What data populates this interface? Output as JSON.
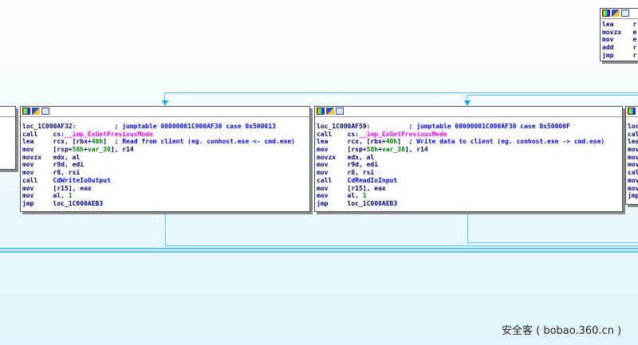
{
  "colors": {
    "mnemonic": "#000080",
    "name": "#0000ff",
    "import": "#ff00ff",
    "number": "#008000",
    "comment": "#0000ff",
    "edge": "#5cc4f2"
  },
  "nodes": [
    {
      "id": "left-partial",
      "lines": [
        [
          {
            "t": "",
            "c": "mnemonic"
          }
        ],
        [
          {
            "t": "",
            "c": "mnemonic"
          }
        ],
        [
          {
            "t": "",
            "c": "mnemonic"
          }
        ],
        [
          {
            "t": "",
            "c": "mnemonic"
          }
        ],
        [
          {
            "t": "",
            "c": "mnemonic"
          }
        ],
        [
          {
            "t": "",
            "c": "mnemonic"
          }
        ],
        [
          {
            "t": "trol",
            "c": "mnemonic"
          }
        ]
      ]
    },
    {
      "id": "loc_1C000AF32",
      "lines": [
        [
          {
            "t": "loc_1C000AF32:          ",
            "c": "mnemonic"
          },
          {
            "t": "; jumptable 00000001C000AF30 case 0x500013",
            "c": "comment"
          }
        ],
        [
          {
            "t": "call    ",
            "c": "mnemonic"
          },
          {
            "t": "cs:",
            "c": "mnemonic"
          },
          {
            "t": "__imp_ExGetPreviousMode",
            "c": "import"
          }
        ],
        [
          {
            "t": "lea     ",
            "c": "mnemonic"
          },
          {
            "t": "rcx, [rbx+",
            "c": "mnemonic"
          },
          {
            "t": "40h",
            "c": "number"
          },
          {
            "t": "]  ",
            "c": "mnemonic"
          },
          {
            "t": "; Read from client (eg. conhost.exe <- cmd.exe)",
            "c": "comment"
          }
        ],
        [
          {
            "t": "mov     ",
            "c": "mnemonic"
          },
          {
            "t": "[rsp+",
            "c": "mnemonic"
          },
          {
            "t": "58h",
            "c": "number"
          },
          {
            "t": "+",
            "c": "mnemonic"
          },
          {
            "t": "var_38",
            "c": "number"
          },
          {
            "t": "], r14",
            "c": "mnemonic"
          }
        ],
        [
          {
            "t": "movzx   edx, al",
            "c": "mnemonic"
          }
        ],
        [
          {
            "t": "mov     r9d, edi",
            "c": "mnemonic"
          }
        ],
        [
          {
            "t": "mov     r8, rsi",
            "c": "mnemonic"
          }
        ],
        [
          {
            "t": "call    ",
            "c": "mnemonic"
          },
          {
            "t": "CdWriteIoOutput",
            "c": "name"
          }
        ],
        [
          {
            "t": "mov     [r15], eax",
            "c": "mnemonic"
          }
        ],
        [
          {
            "t": "mov     al, ",
            "c": "mnemonic"
          },
          {
            "t": "1",
            "c": "number"
          }
        ],
        [
          {
            "t": "jmp     loc_1C000AEB3",
            "c": "mnemonic"
          }
        ]
      ]
    },
    {
      "id": "loc_1C000AF59",
      "lines": [
        [
          {
            "t": "loc_1C000AF59:          ",
            "c": "mnemonic"
          },
          {
            "t": "; jumptable 00000001C000AF30 case 0x50000F",
            "c": "comment"
          }
        ],
        [
          {
            "t": "call    ",
            "c": "mnemonic"
          },
          {
            "t": "cs:",
            "c": "mnemonic"
          },
          {
            "t": "__imp_ExGetPreviousMode",
            "c": "import"
          }
        ],
        [
          {
            "t": "lea     ",
            "c": "mnemonic"
          },
          {
            "t": "rcx, [rbx+",
            "c": "mnemonic"
          },
          {
            "t": "40h",
            "c": "number"
          },
          {
            "t": "]  ",
            "c": "mnemonic"
          },
          {
            "t": "; Write data to client (eg. conhost.exe -> cmd.exe)",
            "c": "comment"
          }
        ],
        [
          {
            "t": "mov     ",
            "c": "mnemonic"
          },
          {
            "t": "[rsp+",
            "c": "mnemonic"
          },
          {
            "t": "58h",
            "c": "number"
          },
          {
            "t": "+",
            "c": "mnemonic"
          },
          {
            "t": "var_38",
            "c": "number"
          },
          {
            "t": "], r14",
            "c": "mnemonic"
          }
        ],
        [
          {
            "t": "movzx   edx, al",
            "c": "mnemonic"
          }
        ],
        [
          {
            "t": "mov     r9d, edi",
            "c": "mnemonic"
          }
        ],
        [
          {
            "t": "mov     r8, rsi",
            "c": "mnemonic"
          }
        ],
        [
          {
            "t": "call    ",
            "c": "mnemonic"
          },
          {
            "t": "CdReadIoInput",
            "c": "name"
          }
        ],
        [
          {
            "t": "mov     [r15], eax",
            "c": "mnemonic"
          }
        ],
        [
          {
            "t": "mov     al, ",
            "c": "mnemonic"
          },
          {
            "t": "1",
            "c": "number"
          }
        ],
        [
          {
            "t": "jmp     loc_1C000AEB3",
            "c": "mnemonic"
          }
        ]
      ]
    },
    {
      "id": "right-partial",
      "lines": [
        [
          {
            "t": "loc",
            "c": "mnemonic"
          }
        ],
        [
          {
            "t": "cal",
            "c": "mnemonic"
          }
        ],
        [
          {
            "t": "lea",
            "c": "mnemonic"
          }
        ],
        [
          {
            "t": "mov",
            "c": "mnemonic"
          }
        ],
        [
          {
            "t": "mov",
            "c": "mnemonic"
          }
        ],
        [
          {
            "t": "mov",
            "c": "mnemonic"
          }
        ],
        [
          {
            "t": "cal",
            "c": "mnemonic"
          }
        ],
        [
          {
            "t": "mov",
            "c": "mnemonic"
          }
        ],
        [
          {
            "t": "mov",
            "c": "mnemonic"
          }
        ],
        [
          {
            "t": "jmp",
            "c": "mnemonic"
          }
        ]
      ]
    },
    {
      "id": "top-right-partial",
      "lines": [
        [
          {
            "t": "lea     r",
            "c": "mnemonic"
          }
        ],
        [
          {
            "t": "movzx   e",
            "c": "mnemonic"
          }
        ],
        [
          {
            "t": "mov     e",
            "c": "mnemonic"
          }
        ],
        [
          {
            "t": "add     r",
            "c": "mnemonic"
          }
        ],
        [
          {
            "t": "jmp     r",
            "c": "mnemonic"
          }
        ]
      ]
    }
  ],
  "watermark": "安全客 ( bobao.360.cn )"
}
